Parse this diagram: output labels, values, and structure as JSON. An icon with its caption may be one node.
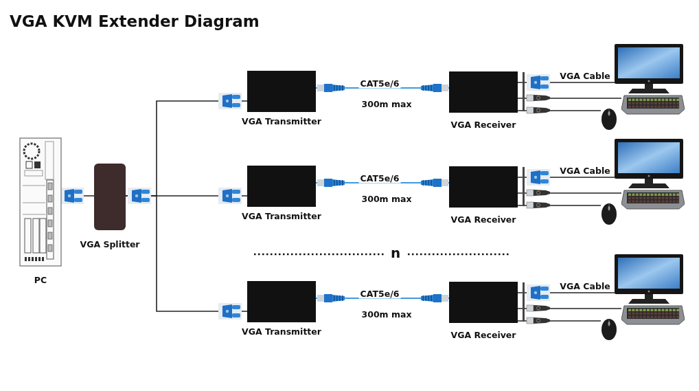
{
  "diagram": {
    "title": "VGA KVM Extender Diagram",
    "nodes": [
      {
        "text": [
          "PC"
        ]
      },
      {
        "text": [
          "VGA Splitter"
        ]
      },
      {
        "text": [
          "VGA Transmitter"
        ]
      },
      {
        "text": [
          "VGA Receiver"
        ]
      },
      {
        "text": [],
        "shape": "picture"
      },
      {
        "text": [],
        "shape": "picture"
      },
      {
        "text": [],
        "shape": "picture"
      },
      {
        "text": [
          "VGA Transmitter"
        ]
      },
      {
        "text": [
          "VGA Receiver"
        ]
      },
      {
        "text": [],
        "shape": "picture"
      },
      {
        "text": [],
        "shape": "picture"
      },
      {
        "text": [],
        "shape": "picture"
      },
      {
        "text": [
          "VGA Transmitter"
        ]
      },
      {
        "text": [
          "VGA Receiver"
        ]
      },
      {
        "text": [],
        "shape": "picture"
      },
      {
        "text": [],
        "shape": "picture"
      },
      {
        "text": [],
        "shape": "picture"
      }
    ],
    "edges": [
      {
        "from": 0,
        "to": 1,
        "arrow": "none"
      },
      {
        "from": 1,
        "to": 2,
        "arrow": "none"
      },
      {
        "from": 1,
        "to": 7,
        "arrow": "none"
      },
      {
        "from": 1,
        "to": 12,
        "arrow": "none"
      },
      {
        "from": 2,
        "to": 3,
        "arrow": "none",
        "label": "CAT5e/6",
        "color": "#3d9be0"
      },
      {
        "from": 3,
        "to": 4,
        "arrow": "none",
        "label": "VGA Cable"
      },
      {
        "from": 3,
        "to": 5,
        "arrow": "none"
      },
      {
        "from": 3,
        "to": 6,
        "arrow": "none"
      },
      {
        "from": 7,
        "to": 8,
        "arrow": "none",
        "label": "CAT5e/6",
        "color": "#3d9be0"
      },
      {
        "from": 8,
        "to": 9,
        "arrow": "none",
        "label": "VGA Cable"
      },
      {
        "from": 8,
        "to": 10,
        "arrow": "none"
      },
      {
        "from": 8,
        "to": 11,
        "arrow": "none"
      },
      {
        "from": 12,
        "to": 13,
        "arrow": "none",
        "label": "CAT5e/6",
        "color": "#3d9be0"
      },
      {
        "from": 13,
        "to": 14,
        "arrow": "none",
        "label": "VGA Cable"
      },
      {
        "from": 13,
        "to": 15,
        "arrow": "none"
      },
      {
        "from": 13,
        "to": 16,
        "arrow": "none"
      }
    ],
    "labels": [
      "300m max",
      "300m max",
      "n",
      "300m max"
    ]
  }
}
